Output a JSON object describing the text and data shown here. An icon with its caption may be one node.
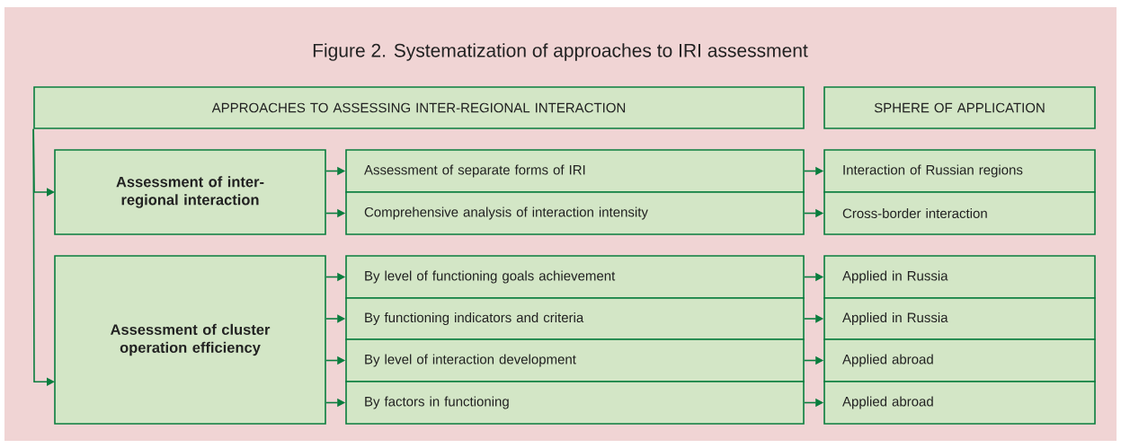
{
  "diagram": {
    "title": "Figure 2. Systematization of approaches to IRI assessment",
    "nodes": [
      {
        "text": [
          "APPROACHES TO ASSESSING INTER-REGIONAL INTERACTION"
        ]
      },
      {
        "text": [
          "SPHERE OF APPLICATION"
        ]
      },
      {
        "text": [
          "Assessment of inter-regional interaction"
        ]
      },
      {
        "text": [
          "Assessment of cluster operation efficiency"
        ]
      },
      {
        "text": [
          "Assessment of separate forms of IRI"
        ]
      },
      {
        "text": [
          "Comprehensive analysis of interaction intensity"
        ]
      },
      {
        "text": [
          "By level of functioning goals achievement"
        ]
      },
      {
        "text": [
          "By functioning indicators and criteria"
        ]
      },
      {
        "text": [
          "By level of interaction development"
        ]
      },
      {
        "text": [
          "By factors in functioning"
        ]
      },
      {
        "text": [
          "Interaction of Russian regions"
        ]
      },
      {
        "text": [
          "Cross-border interaction"
        ]
      },
      {
        "text": [
          "Applied in Russia"
        ]
      },
      {
        "text": [
          "Applied in Russia"
        ]
      },
      {
        "text": [
          "Applied abroad"
        ]
      },
      {
        "text": [
          "Applied abroad"
        ]
      }
    ],
    "edges": [
      {
        "from": 0,
        "to": 2,
        "arrow": "to"
      },
      {
        "from": 0,
        "to": 3,
        "arrow": "to"
      },
      {
        "from": 2,
        "to": 4,
        "arrow": "to"
      },
      {
        "from": 2,
        "to": 5,
        "arrow": "to"
      },
      {
        "from": 3,
        "to": 6,
        "arrow": "to"
      },
      {
        "from": 3,
        "to": 7,
        "arrow": "to"
      },
      {
        "from": 3,
        "to": 8,
        "arrow": "to"
      },
      {
        "from": 3,
        "to": 9,
        "arrow": "to"
      },
      {
        "from": 4,
        "to": 10,
        "arrow": "to"
      },
      {
        "from": 5,
        "to": 11,
        "arrow": "to"
      },
      {
        "from": 6,
        "to": 12,
        "arrow": "to"
      },
      {
        "from": 7,
        "to": 13,
        "arrow": "to"
      },
      {
        "from": 8,
        "to": 14,
        "arrow": "to"
      },
      {
        "from": 9,
        "to": 15,
        "arrow": "to"
      }
    ]
  }
}
